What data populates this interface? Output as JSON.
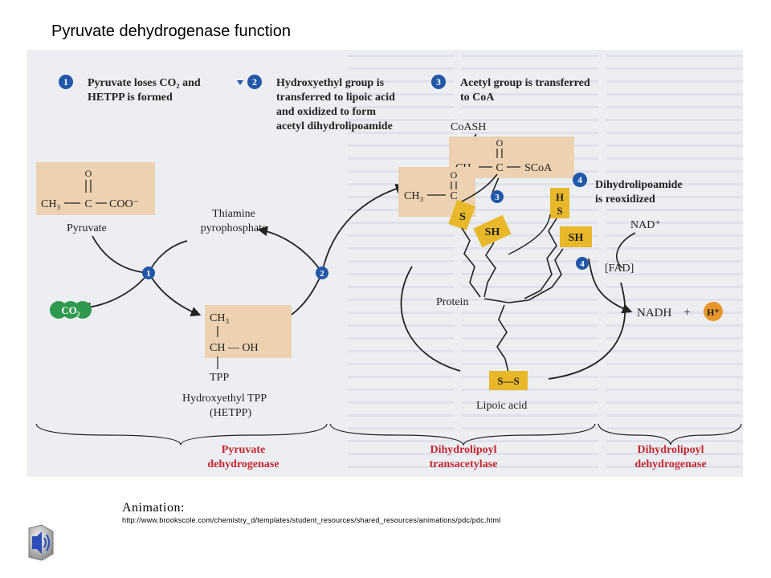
{
  "slide": {
    "title": "Pyruvate dehydrogenase function"
  },
  "steps": [
    {
      "number": "1",
      "line1": "Pyruvate loses CO₂ and",
      "line2": "HETPP is formed",
      "line3": "",
      "line4": ""
    },
    {
      "number": "2",
      "line1": "Hydroxyethyl group is",
      "line2": "transferred to lipoic acid",
      "line3": "and oxidized to form",
      "line4": "acetyl dihydrolipoamide"
    },
    {
      "number": "3",
      "line1": "Acetyl group is transferred",
      "line2": "to CoA",
      "line3": "",
      "line4": ""
    },
    {
      "number": "4",
      "line1": "Dihydrolipoamide",
      "line2": "is reoxidized",
      "line3": "",
      "line4": ""
    }
  ],
  "molecules": {
    "pyruvate_formula_left": "CH₃",
    "pyruvate_formula_c": "C",
    "pyruvate_formula_right": "COO⁻",
    "pyruvate_oxygen": "O",
    "pyruvate_label": "Pyruvate",
    "thiamine_line1": "Thiamine",
    "thiamine_line2": "pyrophosphate",
    "co2": "CO₂",
    "hetpp_ch3": "CH₃",
    "hetpp_choh": "CH — OH",
    "hetpp_tpp": "TPP",
    "hetpp_label1": "Hydroxyethyl TPP",
    "hetpp_label2": "(HETPP)",
    "coash": "CoASH",
    "acetylcoa_left": "CH₃",
    "acetylcoa_c": "C",
    "acetylcoa_right": "SCoA",
    "acetylcoa_oxygen": "O",
    "acetyl_left": "CH₃",
    "acetyl_c": "C",
    "acetyl_oxygen": "O",
    "s_label": "S",
    "sh_label": "SH",
    "h_label": "H",
    "nad_plus": "NAD⁺",
    "fad": "[FAD]",
    "nadh": "NADH",
    "plus": "+",
    "h_plus": "H⁺",
    "protein": "Protein",
    "lipoic_ss": "S—S",
    "lipoic_label": "Lipoic acid"
  },
  "enzymes": [
    {
      "line1": "Pyruvate",
      "line2": "dehydrogenase"
    },
    {
      "line1": "Dihydrolipoyl",
      "line2": "transacetylase"
    },
    {
      "line1": "Dihydrolipoyl",
      "line2": "dehydrogenase"
    }
  ],
  "animation": {
    "label": "Animation:",
    "url": "http://www.brookscole.com/chemistry_d/templates/student_resources/shared_resources/animations/pdc/pdc.html"
  },
  "colors": {
    "step_badge": "#2257a8",
    "tan_box": "#ecd2b0",
    "sulfur_yellow": "#e8b82a",
    "co2_green": "#2f9a4e",
    "h_plus_orange": "#e7962b",
    "enzyme_text": "#c4262e"
  },
  "icons": {
    "speaker": "speaker-icon"
  }
}
